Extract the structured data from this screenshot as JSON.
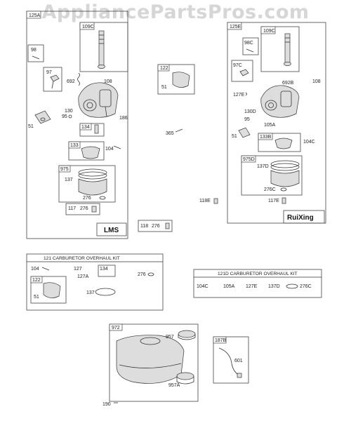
{
  "watermark": "AppliancePartsPros.com",
  "group_125a": {
    "box_label": "125A",
    "brand": "LMS",
    "parts": {
      "p109c": "109C",
      "p98": "98",
      "p97": "97",
      "p692": "692",
      "p108": "108",
      "p130": "130",
      "p95": "95",
      "p186": "186",
      "p51": "51",
      "p134": "134",
      "p133": "133",
      "p104": "104",
      "p975": "975",
      "p137": "137",
      "p276": "276",
      "p117": "117",
      "p276b": "276"
    }
  },
  "group_125e": {
    "box_label": "125E",
    "brand": "RuiXing",
    "parts": {
      "p109c": "109C",
      "p98c": "98C",
      "p97c": "97C",
      "p692b": "692B",
      "p108": "108",
      "p127e": "127E",
      "p130d": "130D",
      "p95": "95",
      "p105a": "105A",
      "p51": "51",
      "p133b": "133B",
      "p104c": "104C",
      "p975d": "975D",
      "p137d": "137D",
      "p276c": "276C",
      "p117e": "117E"
    }
  },
  "center": {
    "p122": "122",
    "p51": "51",
    "p365": "365",
    "p118e": "118E",
    "p118": "118",
    "p276": "276"
  },
  "kit_121": {
    "title": "121 CARBURETOR OVERHAUL KIT",
    "p104": "104",
    "p127": "127",
    "p127a": "127A",
    "p134": "134",
    "p276": "276",
    "p122": "122",
    "p51": "51",
    "p137": "137"
  },
  "kit_121d": {
    "title": "121D CARBURETOR OVERHAUL KIT",
    "p104c": "104C",
    "p105a": "105A",
    "p127e": "127E",
    "p137d": "137D",
    "p276c": "276C"
  },
  "tank": {
    "p972": "972",
    "p957": "957",
    "p957a": "957A",
    "p190": "190"
  },
  "line": {
    "p187b": "187B",
    "p601": "601"
  }
}
